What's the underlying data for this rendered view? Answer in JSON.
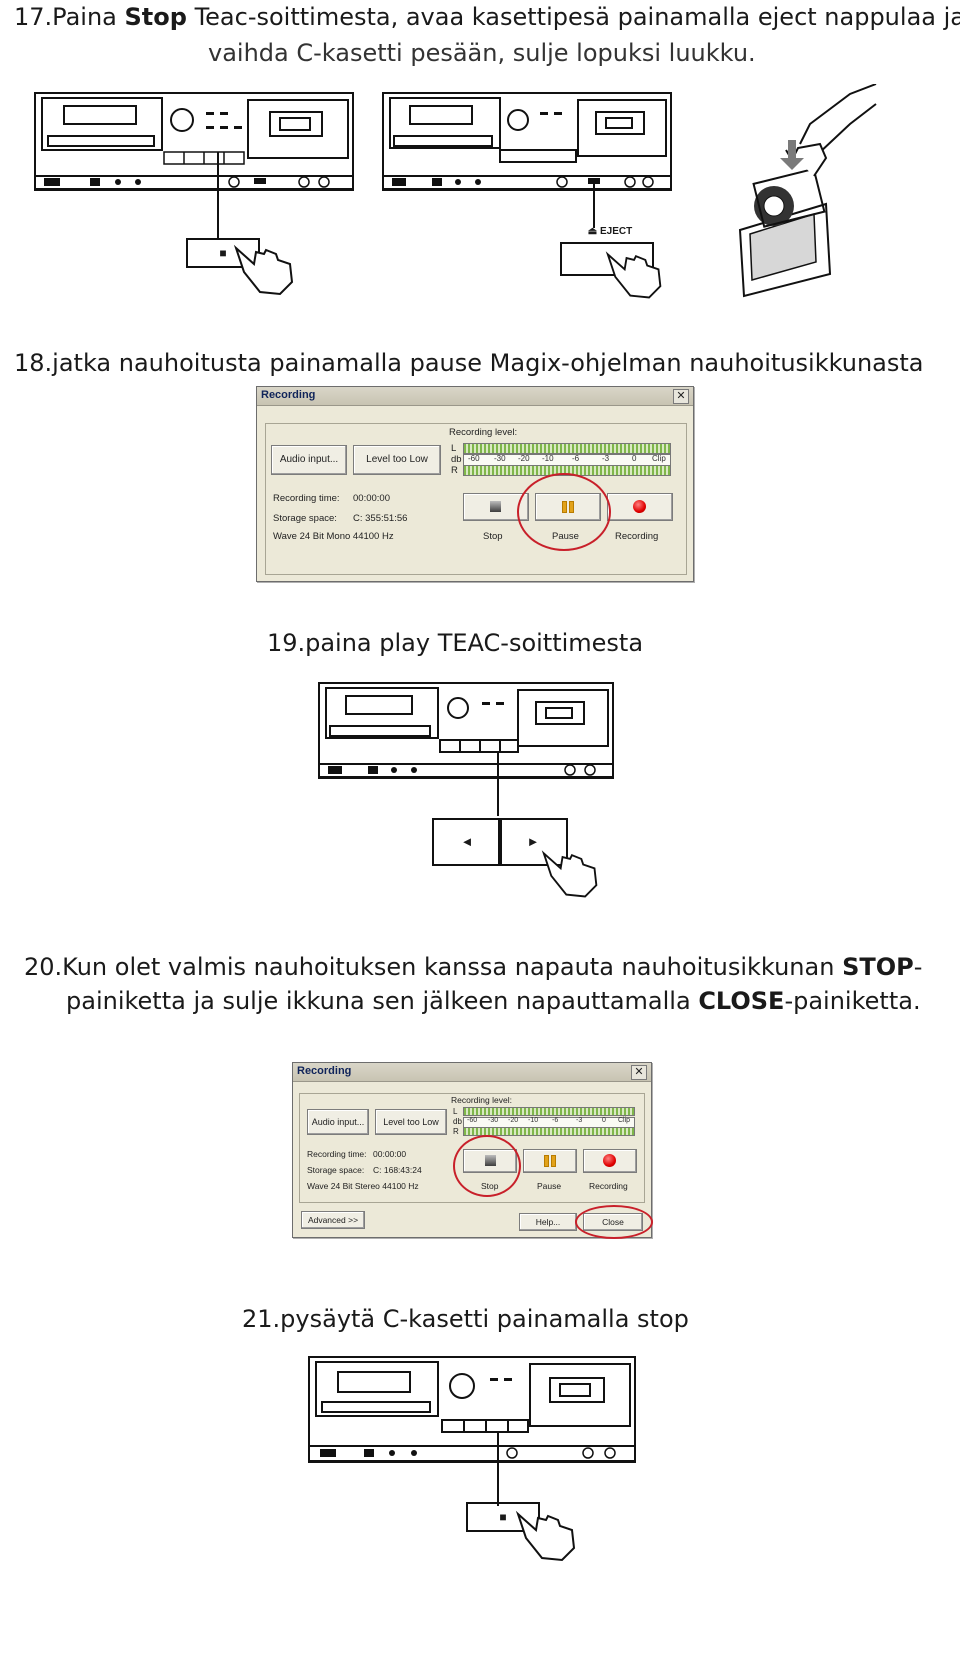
{
  "steps": {
    "s17": {
      "number": "17.",
      "pre": "Paina ",
      "bold": "Stop",
      "post": " Teac-soittimesta, avaa kasettipesä painamalla eject nappulaa ja",
      "line2": "vaihda C-kasetti pesään, sulje lopuksi luukku."
    },
    "s18": {
      "text": "18.jatka nauhoitusta painamalla pause Magix-ohjelman nauhoitusikkunasta"
    },
    "s19": {
      "text": "19.paina play TEAC-soittimesta"
    },
    "s20": {
      "line1_pre": "20.Kun olet valmis nauhoituksen kanssa napauta nauhoitusikkunan ",
      "line1_bold": "STOP",
      "line1_post": "-",
      "line2_pre": "painiketta ja sulje ikkuna sen jälkeen napauttamalla ",
      "line2_bold": "CLOSE",
      "line2_post": "-painiketta."
    },
    "s21": {
      "text": "21.pysäytä C-kasetti painamalla stop"
    }
  },
  "deck_buttons": {
    "stop_symbol": "■",
    "eject_label": "⏏ EJECT",
    "rewind_symbol": "◄",
    "play_symbol": "►"
  },
  "dialog1": {
    "title": "Recording",
    "close_x": "✕",
    "audio_input": "Audio input...",
    "level": "Level too Low",
    "recording_level_label": "Recording level:",
    "channel_l": "L",
    "channel_db": "db",
    "channel_r": "R",
    "scale": [
      "-60",
      "-30",
      "-20",
      "-10",
      "-6",
      "-3",
      "0",
      "Clip"
    ],
    "recording_time_label": "Recording time:",
    "recording_time": "00:00:00",
    "storage_label": "Storage space:",
    "storage": "C: 355:51:56",
    "format": "Wave  24 Bit  Mono  44100 Hz",
    "stop": "Stop",
    "pause": "Pause",
    "recording": "Recording"
  },
  "dialog2": {
    "title": "Recording",
    "close_x": "✕",
    "audio_input": "Audio input...",
    "level": "Level too Low",
    "recording_level_label": "Recording level:",
    "channel_l": "L",
    "channel_db": "db",
    "channel_r": "R",
    "scale": [
      "-60",
      "-30",
      "-20",
      "-10",
      "-6",
      "-3",
      "0",
      "Clip"
    ],
    "recording_time_label": "Recording time:",
    "recording_time": "00:00:00",
    "storage_label": "Storage space:",
    "storage": "C: 168:43:24",
    "format": "Wave  24 Bit  Stereo  44100 Hz",
    "stop": "Stop",
    "pause": "Pause",
    "recording": "Recording",
    "advanced": "Advanced >>",
    "help": "Help...",
    "close": "Close"
  },
  "colors": {
    "highlight_circle": "#c8202a",
    "dialog_bg": "#ece9d8",
    "title_text": "#10245a"
  }
}
